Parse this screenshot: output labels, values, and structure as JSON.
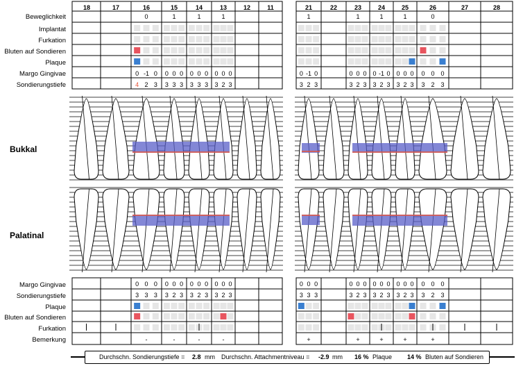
{
  "teeth_upper_left": [
    "18",
    "17",
    "16",
    "15",
    "14",
    "13",
    "12",
    "11"
  ],
  "teeth_upper_right": [
    "21",
    "22",
    "23",
    "24",
    "25",
    "26",
    "27",
    "28"
  ],
  "labels_top": [
    "Beweglichkeit",
    "Implantat",
    "Furkation",
    "Bluten auf Sondieren",
    "Plaque",
    "Margo Gingivae",
    "Sondierungstiefe"
  ],
  "labels_bottom": [
    "Margo Gingivae",
    "Sondierungstiefe",
    "Plaque",
    "Bluten auf Sondieren",
    "Furkation",
    "Bemerkung"
  ],
  "section_bukkal": "Bukkal",
  "section_palatinal": "Palatinal",
  "top_mobility": {
    "16": "0",
    "15": "1",
    "14": "1",
    "13": "1",
    "21": "1",
    "23": "1",
    "24": "1",
    "25": "1",
    "26": "0"
  },
  "top_margo": {
    "16": [
      "0",
      "-1",
      "0"
    ],
    "15": [
      "0",
      "0",
      "0"
    ],
    "14": [
      "0",
      "0",
      "0"
    ],
    "13": [
      "0",
      "0",
      "0"
    ],
    "21": [
      "0",
      "-1",
      "0"
    ],
    "23": [
      "0",
      "0",
      "0"
    ],
    "24": [
      "0",
      "-1",
      "0"
    ],
    "25": [
      "0",
      "0",
      "0"
    ],
    "26": [
      "0",
      "0",
      "0"
    ]
  },
  "top_probing": {
    "16": [
      "4",
      "2",
      "3"
    ],
    "15": [
      "3",
      "3",
      "3"
    ],
    "14": [
      "3",
      "3",
      "3"
    ],
    "13": [
      "3",
      "2",
      "3"
    ],
    "21": [
      "3",
      "2",
      "3"
    ],
    "23": [
      "3",
      "2",
      "3"
    ],
    "24": [
      "3",
      "2",
      "3"
    ],
    "25": [
      "3",
      "2",
      "3"
    ],
    "26": [
      "3",
      "2",
      "3"
    ]
  },
  "bottom_margo": {
    "16": [
      "0",
      "0",
      "0"
    ],
    "15": [
      "0",
      "0",
      "0"
    ],
    "14": [
      "0",
      "0",
      "0"
    ],
    "13": [
      "0",
      "0",
      "0"
    ],
    "21": [
      "0",
      "0",
      "0"
    ],
    "23": [
      "0",
      "0",
      "0"
    ],
    "24": [
      "0",
      "0",
      "0"
    ],
    "25": [
      "0",
      "0",
      "0"
    ],
    "26": [
      "0",
      "0",
      "0"
    ]
  },
  "bottom_probing": {
    "16": [
      "3",
      "3",
      "3"
    ],
    "15": [
      "3",
      "2",
      "3"
    ],
    "14": [
      "3",
      "2",
      "3"
    ],
    "13": [
      "3",
      "2",
      "3"
    ],
    "21": [
      "3",
      "3",
      "3"
    ],
    "23": [
      "3",
      "2",
      "3"
    ],
    "24": [
      "3",
      "2",
      "3"
    ],
    "25": [
      "3",
      "2",
      "3"
    ],
    "26": [
      "3",
      "2",
      "3"
    ]
  },
  "bemerkung": {
    "16": "-",
    "15": "-",
    "14": "-",
    "13": "-",
    "21": "+",
    "23": "+",
    "24": "+",
    "25": "+",
    "26": "+"
  },
  "footer": {
    "probing_label": "Durchschn. Sondierungstiefe =",
    "probing_value": "2.8",
    "probing_unit": "mm",
    "attach_label": "Durchschn. Attachmentniveau =",
    "attach_value": "-2.9",
    "attach_unit": "mm",
    "plaque_value": "16 %",
    "plaque_label": "Plaque",
    "bleeding_value": "14 %",
    "bleeding_label": "Bluten auf Sondieren"
  },
  "colors": {
    "bleeding": "#e8555f",
    "plaque": "#3a7fd0",
    "band": "#5a5fc8",
    "gingiva": "#e8553a",
    "empty": "#e6e6e6"
  }
}
